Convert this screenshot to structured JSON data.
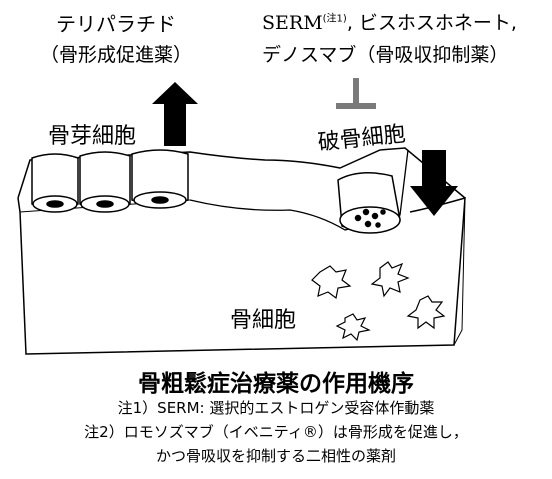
{
  "drugs": {
    "anabolic_name": "テリパラチド",
    "anabolic_class": "（骨形成促進薬）",
    "antiresorptive_line1_prefix": "SERM",
    "antiresorptive_line1_sup": "(注1)",
    "antiresorptive_line1_rest": ", ビスホスホネート,",
    "antiresorptive_line2": "デノスマブ（骨吸収抑制薬）"
  },
  "cells": {
    "osteoblast": "骨芽細胞",
    "osteoclast": "破骨細胞",
    "osteocyte": "骨細胞"
  },
  "caption": {
    "title": "骨粗鬆症治療薬の作用機序",
    "note1": "注1）SERM: 選択的エストロゲン受容体作動薬",
    "note2": "注2）ロモソズマブ（イベニティ®）は骨形成を促進し，",
    "note2_cont": "かつ骨吸収を抑制する二相性の薬剤"
  }
}
